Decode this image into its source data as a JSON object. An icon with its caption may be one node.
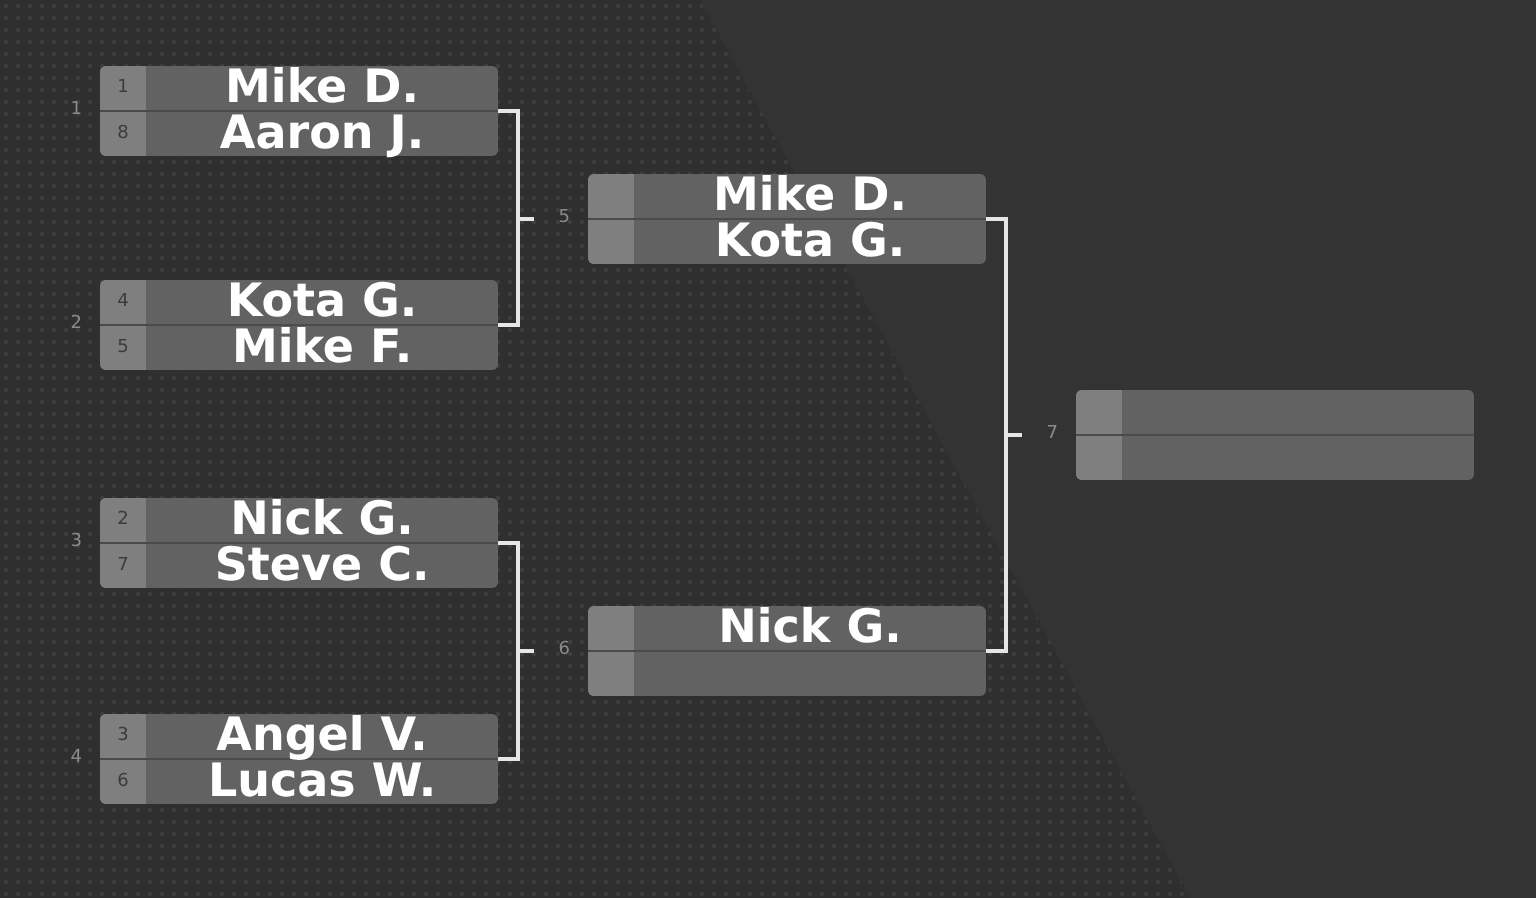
{
  "diagram": {
    "nodes": [
      {
        "text": [],
        "shape": "box",
        "beside": [
          "1"
        ]
      },
      {
        "text": [
          "1",
          "Mike D."
        ],
        "in": 0
      },
      {
        "text": [
          "8",
          "Aaron J."
        ],
        "in": 0
      },
      {
        "text": [],
        "shape": "box",
        "beside": [
          "2"
        ]
      },
      {
        "text": [
          "4",
          "Kota G."
        ],
        "in": 3
      },
      {
        "text": [
          "5",
          "Mike F."
        ],
        "in": 3
      },
      {
        "text": [],
        "shape": "box",
        "beside": [
          "3"
        ]
      },
      {
        "text": [
          "2",
          "Nick G."
        ],
        "in": 6
      },
      {
        "text": [
          "7",
          "Steve C."
        ],
        "in": 6
      },
      {
        "text": [],
        "shape": "box",
        "beside": [
          "4"
        ]
      },
      {
        "text": [
          "3",
          "Angel V."
        ],
        "in": 9
      },
      {
        "text": [
          "6",
          "Lucas W."
        ],
        "in": 9
      },
      {
        "text": [],
        "shape": "box",
        "beside": [
          "5"
        ]
      },
      {
        "text": [
          "Mike D."
        ],
        "in": 12
      },
      {
        "text": [
          "Kota G."
        ],
        "in": 12
      },
      {
        "text": [],
        "shape": "box",
        "beside": [
          "6"
        ]
      },
      {
        "text": [
          "Nick G."
        ],
        "in": 15
      },
      {
        "text": [],
        "shape": "bar",
        "in": 15
      },
      {
        "text": [],
        "shape": "box",
        "beside": [
          "7"
        ]
      },
      {
        "text": [],
        "shape": "bar",
        "in": 18
      },
      {
        "text": [],
        "shape": "bar",
        "in": 18
      }
    ],
    "edges": [
      {
        "from": 0,
        "to": 12,
        "arrow": "none"
      },
      {
        "from": 3,
        "to": 12,
        "arrow": "none"
      },
      {
        "from": 6,
        "to": 15,
        "arrow": "none"
      },
      {
        "from": 9,
        "to": 15,
        "arrow": "none"
      },
      {
        "from": 12,
        "to": 18,
        "arrow": "none"
      },
      {
        "from": 15,
        "to": 18,
        "arrow": "none"
      }
    ]
  }
}
